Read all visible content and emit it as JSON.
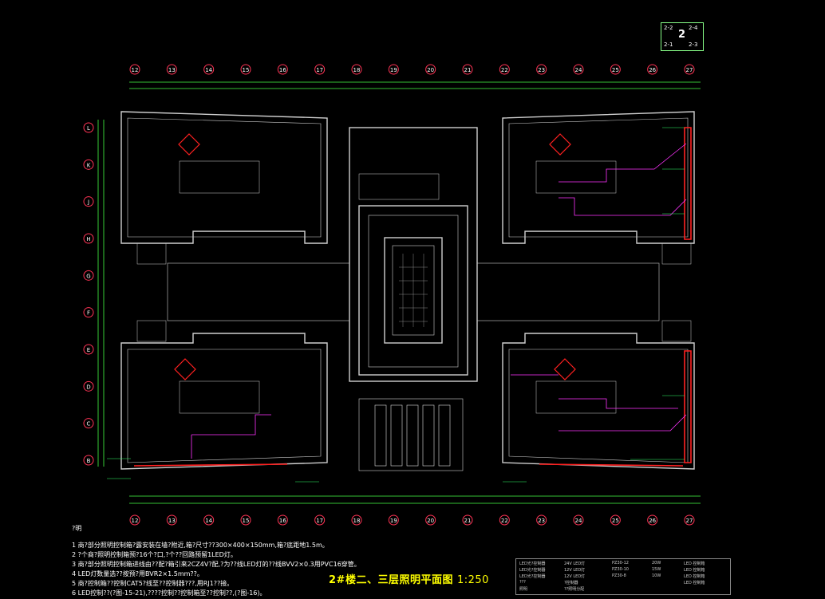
{
  "drawing": {
    "title": "2#楼二、三层照明平面图",
    "scale": "1:250"
  },
  "sheet_key": {
    "center": "2",
    "cells": [
      "2-2",
      "2-4",
      "2-1",
      "2-3"
    ]
  },
  "column_axes": [
    "12",
    "13",
    "14",
    "15",
    "16",
    "17",
    "18",
    "19",
    "20",
    "21",
    "22",
    "23",
    "24",
    "25",
    "26",
    "27"
  ],
  "row_axes": [
    "L",
    "K",
    "J",
    "H",
    "G",
    "F",
    "E",
    "D",
    "C",
    "B"
  ],
  "notes": {
    "heading": "?明",
    "items": [
      "1  商?部分照明控制箱?露安装在墙?附近,箱?尺寸??300×400×150mm,箱?底距地1.5m。",
      "2  ?个商?照明控制箱预?16个?口,?个??回路预留1LED灯。",
      "3  商?部分照明控制箱进线由??配?箱引来2CZ4V?配,?为??线LED灯的??线BVV2×0.3用PVC16穿管。",
      "4  LED灯数量选??按预?用BVR2×1.5mm??。",
      "5  商?控制箱??控制CAT5?线至??控制器???,用RJ1??接。",
      "6  LED控制??(?图-15-21),????控制??控制箱至??控制??,(?图-16)。"
    ]
  },
  "legend_rows": [
    [
      "LED光?控制器",
      "24V LED灯",
      "PZ30-12",
      "20W",
      "LED 控制箱"
    ],
    [
      "LED光?控制器",
      "12V LED灯",
      "PZ30-10",
      "15W",
      "LED 控制箱"
    ],
    [
      "LED光?控制器",
      "12V LED灯",
      "PZ30-8",
      "10W",
      "LED 控制箱"
    ],
    [
      "???",
      "?控制器",
      "",
      "",
      "LED 控制箱"
    ],
    [
      "照明",
      "??照明分配",
      "",
      "",
      ""
    ]
  ],
  "colors": {
    "axis_bubble": "#ff3355",
    "dimension_line": "#44ff44",
    "wall": "#ffffff",
    "red_fixture": "#ff2020",
    "magenta_wire": "#ff33ff",
    "green_label": "#33ff66",
    "title": "#ffff00"
  }
}
